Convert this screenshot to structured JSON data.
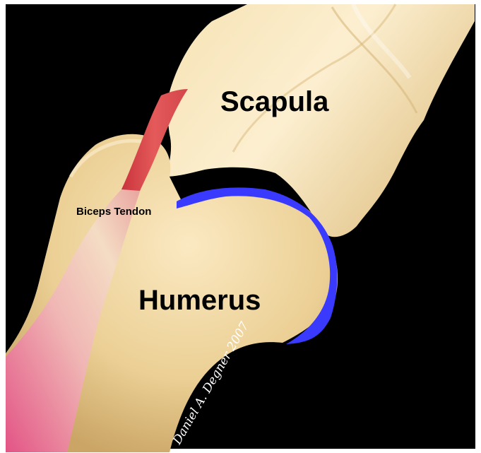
{
  "labels": {
    "scapula": "Scapula",
    "biceps_tendon": "Biceps Tendon",
    "humerus": "Humerus"
  },
  "signature": "Daniel A. Degner 2007",
  "colors": {
    "background": "#000000",
    "bone_light": "#fbeccb",
    "bone_mid": "#e9cf97",
    "bone_dark": "#c9a466",
    "cartilage": "#3a3aff",
    "tendon": "#d9494f",
    "muscle": "#e06a8a"
  }
}
